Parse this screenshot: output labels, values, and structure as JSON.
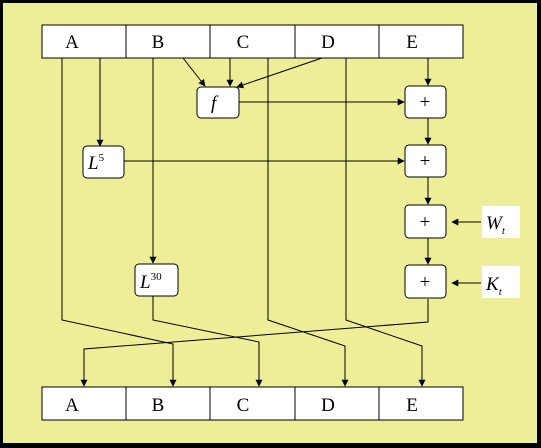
{
  "top_registers": [
    "A",
    "B",
    "C",
    "D",
    "E"
  ],
  "bottom_registers": [
    "A",
    "B",
    "C",
    "D",
    "E"
  ],
  "function_box": {
    "label": "f"
  },
  "rotate_5": {
    "base": "L",
    "exponent": "5"
  },
  "rotate_30": {
    "base": "L",
    "exponent": "30"
  },
  "adders": [
    "+",
    "+",
    "+",
    "+"
  ],
  "word_input": {
    "base": "W",
    "subscript": "t"
  },
  "constant_input": {
    "base": "K",
    "subscript": "t"
  },
  "colors": {
    "background": "#eeee99",
    "frame": "#000000",
    "box_fill": "#ffffff",
    "stroke": "#000000"
  }
}
